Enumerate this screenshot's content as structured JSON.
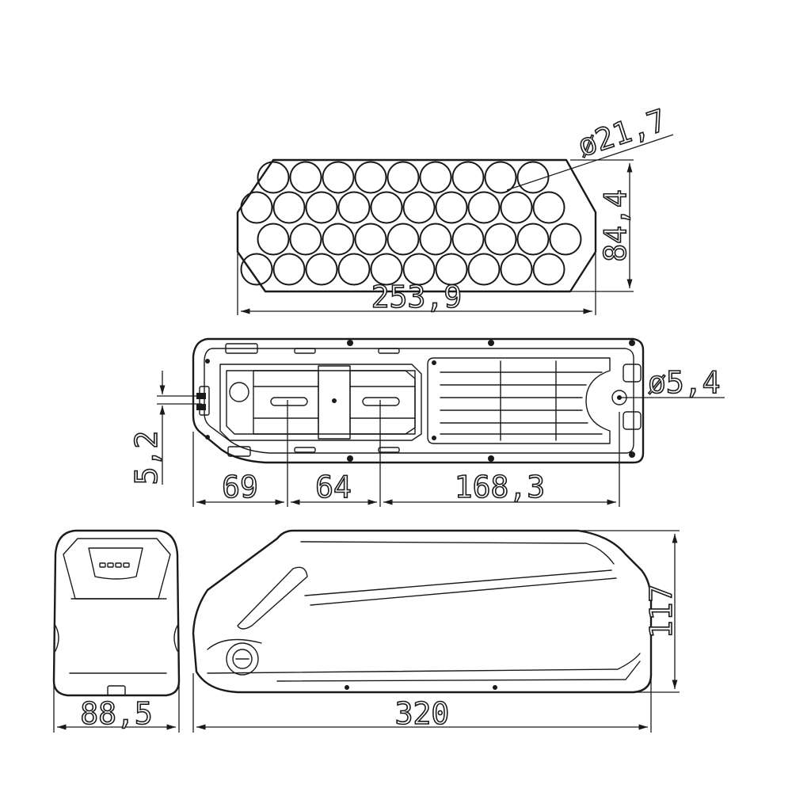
{
  "colors": {
    "line": "#1a1a1a",
    "background": "#ffffff"
  },
  "dimensions": {
    "cell_diameter": "ø21,7",
    "pack_height": "84,4",
    "pack_width": "253,9",
    "hole_diameter": "ø5,4",
    "offset": "5,2",
    "seg_a": "69",
    "seg_b": "64",
    "seg_c": "168,3",
    "end_width": "88,5",
    "total_length": "320",
    "total_height": "117"
  }
}
